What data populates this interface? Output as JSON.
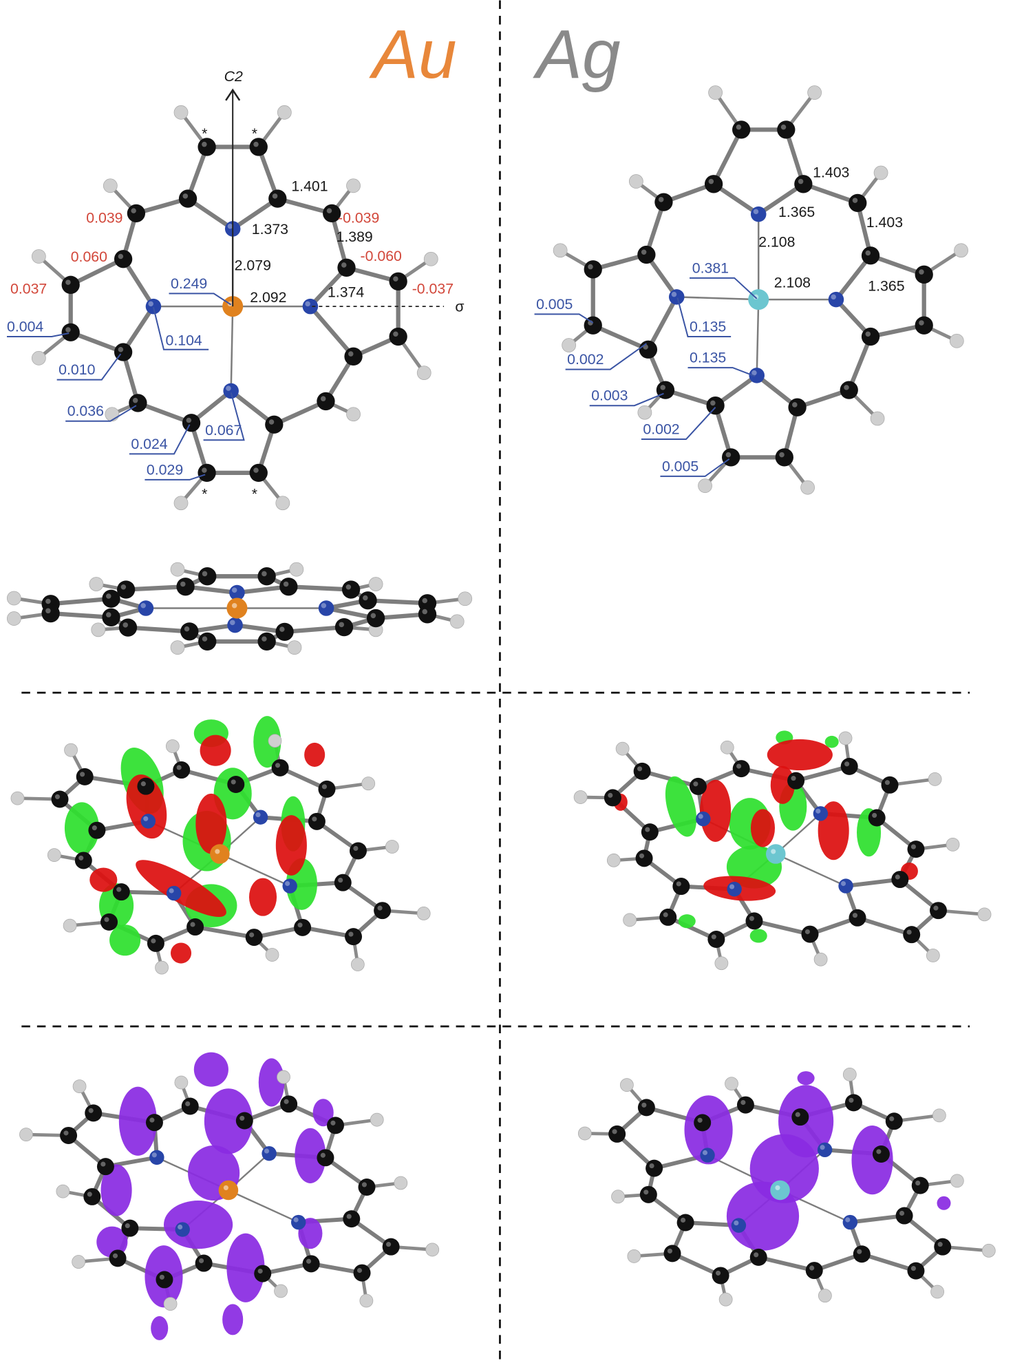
{
  "titles": {
    "au": "Au",
    "ag": "Ag"
  },
  "colors": {
    "au_title": "#e8873a",
    "ag_title": "#8a8a8a",
    "au_atom": "#e0821f",
    "ag_atom": "#6cc6d0",
    "nitrogen": "#2845a8",
    "carbon": "#111111",
    "hydrogen": "#cfcfcf",
    "orbital_pos": "#2ee02e",
    "orbital_neg": "#dd1010",
    "spin": "#8a2be2"
  },
  "au_panel": {
    "axis_label": "C2",
    "mirror_label": "σ",
    "asterisk": "*",
    "bond_lengths": [
      "1.401",
      "1.373",
      "1.389",
      "2.079",
      "2.092",
      "1.374"
    ],
    "charges_red": [
      "0.039",
      "-0.039",
      "0.060",
      "-0.060",
      "0.037",
      "-0.037"
    ],
    "spins_blue": [
      "0.249",
      "0.004",
      "0.104",
      "0.010",
      "0.036",
      "0.067",
      "0.024",
      "0.029"
    ]
  },
  "ag_panel": {
    "bond_lengths": [
      "1.403",
      "1.365",
      "1.403",
      "2.108",
      "2.108",
      "1.365"
    ],
    "spins_blue": [
      "0.381",
      "0.005",
      "0.135",
      "0.002",
      "0.135",
      "0.003",
      "0.002",
      "0.005"
    ]
  }
}
